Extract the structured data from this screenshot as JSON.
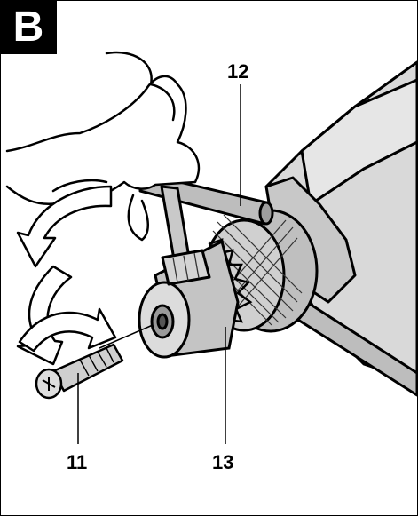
{
  "figure": {
    "letter": "B",
    "callouts": {
      "c12": "12",
      "c11": "11",
      "c13": "13"
    }
  },
  "colors": {
    "ink": "#000000",
    "drill_body": "#d9d9d9",
    "chuck_metal": "#bcbcbc",
    "paper": "#ffffff"
  },
  "icons": [
    "drill-illustration",
    "hand-icon",
    "chuck-key-icon",
    "screw-icon",
    "rotation-arrow-icon"
  ]
}
